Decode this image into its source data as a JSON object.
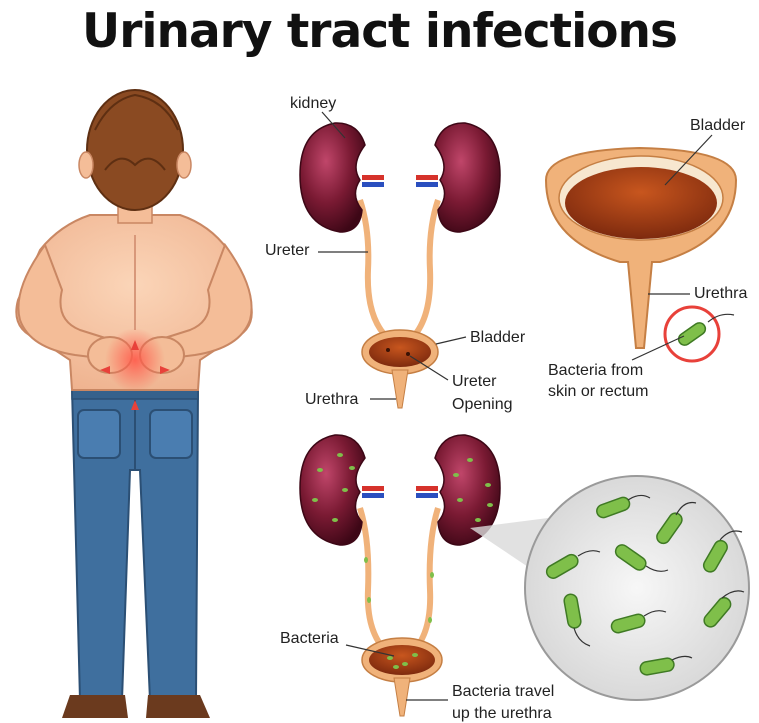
{
  "title": "Urinary tract infections",
  "labels": {
    "kidney": "kidney",
    "ureter": "Ureter",
    "bladder_small": "Bladder",
    "ureter_opening_1": "Ureter",
    "ureter_opening_2": "Opening",
    "urethra_small": "Urethra",
    "bladder_large": "Bladder",
    "urethra_large": "Urethra",
    "bacteria_from_1": "Bacteria from",
    "bacteria_from_2": "skin or rectum",
    "bacteria": "Bacteria",
    "bacteria_travel_1": "Bacteria travel",
    "bacteria_travel_2": "up the urethra"
  },
  "colors": {
    "kidney": "#7a1a33",
    "skin": "#f6c4a3",
    "hair": "#8a4a22",
    "jeans": "#3f6f9e",
    "bladder_rim": "#f0b27a",
    "bladder_fill": "#a0401a",
    "bacteria": "#7fbf4a",
    "pain": "#e8413a"
  }
}
